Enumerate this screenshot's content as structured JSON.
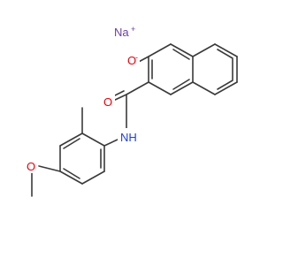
{
  "molecule": {
    "atoms": {
      "sodium": {
        "symbol": "Na",
        "charge": "+",
        "color": "#6b3fa0"
      },
      "phenoxide_oxygen": {
        "symbol": "O",
        "charge": "-",
        "color": "#e8000b"
      },
      "carbonyl_oxygen": {
        "symbol": "O",
        "color": "#e8000b"
      },
      "amide_nitrogen": {
        "symbol": "NH",
        "color": "#1f3fd6"
      },
      "methoxy_oxygen": {
        "symbol": "O",
        "color": "#e8000b"
      }
    },
    "bond_color": "#3a3a3a"
  }
}
